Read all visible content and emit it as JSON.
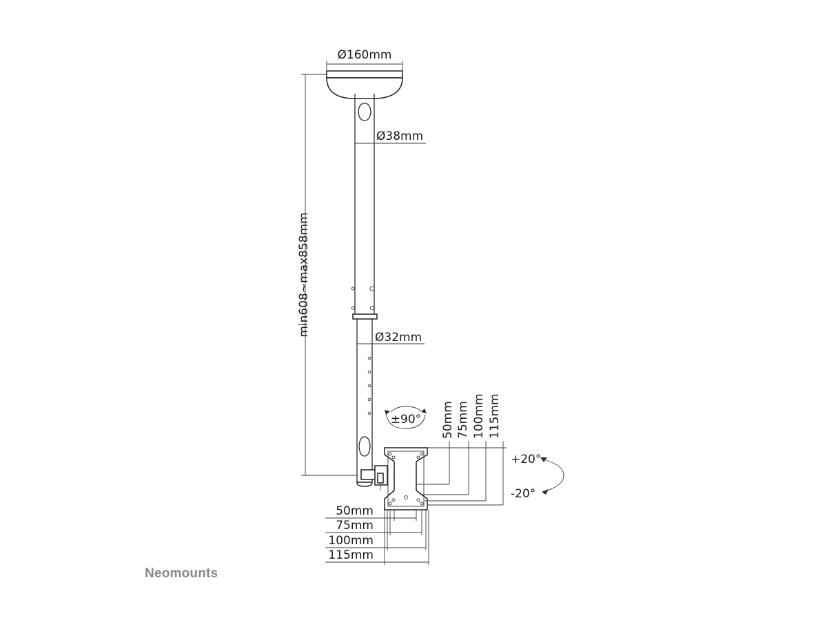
{
  "diagram": {
    "labels": {
      "base_diameter": "Ø160mm",
      "upper_tube_diameter": "Ø38mm",
      "lower_tube_diameter": "Ø32mm",
      "height_range": "min608~max858mm",
      "swivel": "±90°",
      "tilt_up": "+20°",
      "tilt_down": "-20°",
      "vesa_vertical": [
        "50mm",
        "75mm",
        "100mm",
        "115mm"
      ],
      "vesa_horizontal": [
        "50mm",
        "75mm",
        "100mm",
        "115mm"
      ]
    },
    "brand": "Neomounts"
  }
}
